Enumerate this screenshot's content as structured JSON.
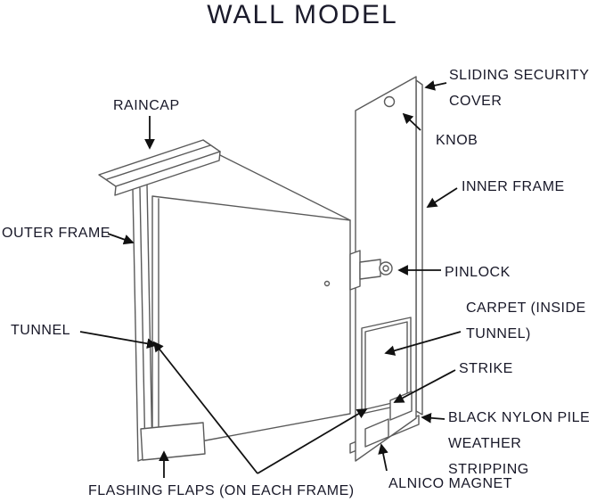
{
  "title": "WALL MODEL",
  "labels": {
    "raincap": "RAINCAP",
    "sliding_security_cover": "SLIDING SECURITY COVER",
    "knob": "KNOB",
    "inner_frame": "INNER FRAME",
    "outer_frame": "OUTER FRAME",
    "pinlock": "PINLOCK",
    "tunnel": "TUNNEL",
    "carpet": "CARPET (INSIDE TUNNEL)",
    "strike": "STRIKE",
    "weather_stripping": "BLACK NYLON PILE WEATHER STRIPPING",
    "alnico_magnet": "ALNICO MAGNET",
    "flashing_flaps": "FLASHING FLAPS (ON EACH FRAME)"
  },
  "colors": {
    "ink": "#181828",
    "line": "#5a5a5a",
    "background": "#ffffff"
  }
}
